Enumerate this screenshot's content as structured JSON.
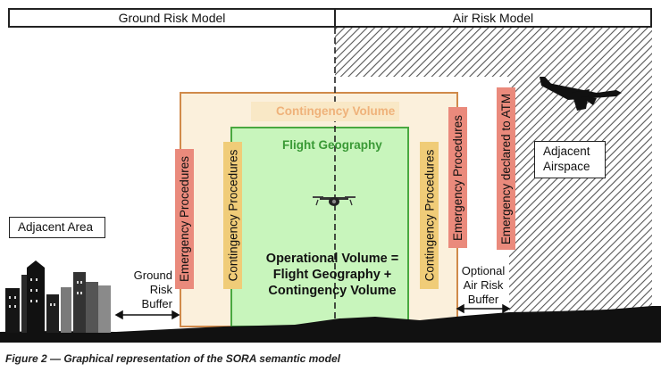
{
  "headers": {
    "ground": "Ground Risk Model",
    "air": "Air Risk Model"
  },
  "labels": {
    "contingency_volume": "Contingency Volume",
    "flight_geography": "Flight Geography",
    "emergency_procedures": "Emergency Procedures",
    "contingency_procedures": "Contingency Procedures",
    "emergency_atm": "Emergency declared to ATM",
    "adjacent_area": "Adjacent Area",
    "adjacent_airspace": [
      "Adjacent",
      "Airspace"
    ],
    "ground_risk_buffer": [
      "Ground",
      "Risk",
      "Buffer"
    ],
    "air_risk_buffer": [
      "Optional",
      "Air Risk",
      "Buffer"
    ],
    "operational_volume": [
      "Operational Volume =",
      "Flight Geography +",
      "Contingency Volume"
    ]
  },
  "caption": "Figure 2 — Graphical representation of the SORA semantic model",
  "colors": {
    "contingency_fill": "#fbf0dc",
    "contingency_border": "#d08a4a",
    "flight_fill": "#c8f5bc",
    "flight_border": "#49a840",
    "emergency_bar": "#ea8a7c",
    "contingency_bar": "#f0cc78",
    "contingency_text": "#efb27a",
    "flight_text": "#3a9a36",
    "hatch": "#555555"
  },
  "icons": [
    "drone-icon",
    "airplane-icon",
    "city-skyline-icon",
    "double-arrow-icon"
  ]
}
